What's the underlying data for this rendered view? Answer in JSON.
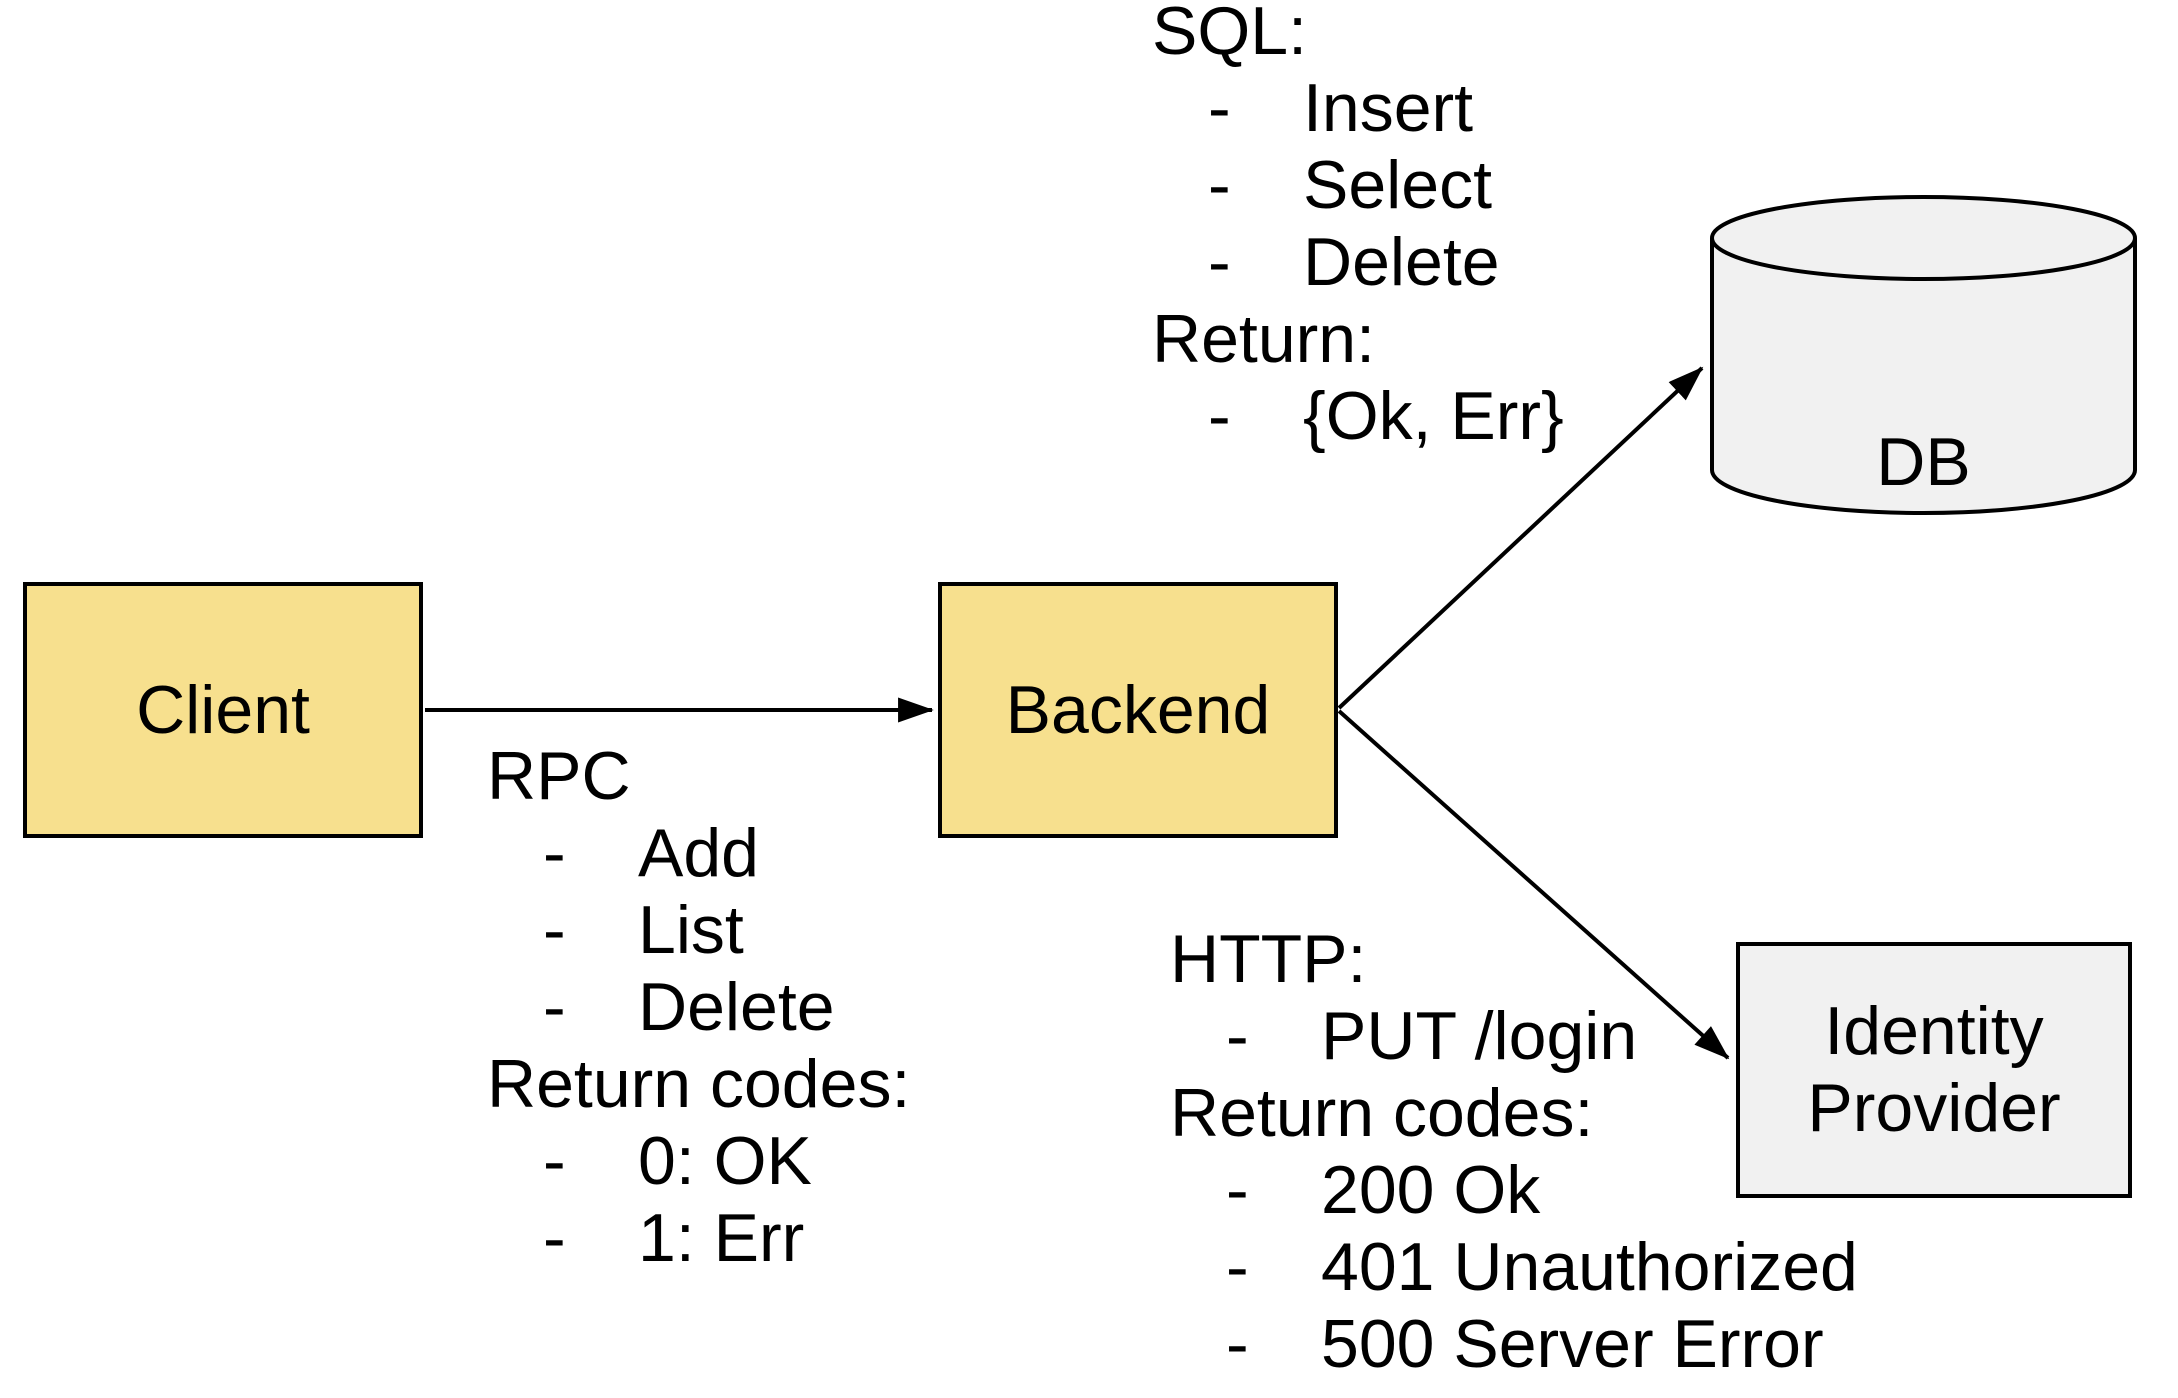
{
  "colors": {
    "background": "#ffffff",
    "node-yellow": "#f7e08e",
    "node-gray": "#f1f1f1",
    "stroke": "#000000"
  },
  "bullet_char": "-",
  "nodes": {
    "client": {
      "label": "Client"
    },
    "backend": {
      "label": "Backend"
    },
    "db": {
      "label": "DB"
    },
    "identity_provider": {
      "line1": "Identity",
      "line2": "Provider"
    }
  },
  "annotations": {
    "rpc": {
      "title": "RPC",
      "items": [
        "Add",
        "List",
        "Delete"
      ],
      "return_title": "Return codes:",
      "return_items": [
        "0: OK",
        "1: Err"
      ]
    },
    "sql": {
      "title": "SQL:",
      "items": [
        "Insert",
        "Select",
        "Delete"
      ],
      "return_title": "Return:",
      "return_items": [
        "{Ok, Err}"
      ]
    },
    "http": {
      "title": "HTTP:",
      "items": [
        "PUT /login"
      ],
      "return_title": "Return codes:",
      "return_items": [
        "200 Ok",
        "401 Unauthorized",
        "500 Server Error"
      ]
    }
  }
}
